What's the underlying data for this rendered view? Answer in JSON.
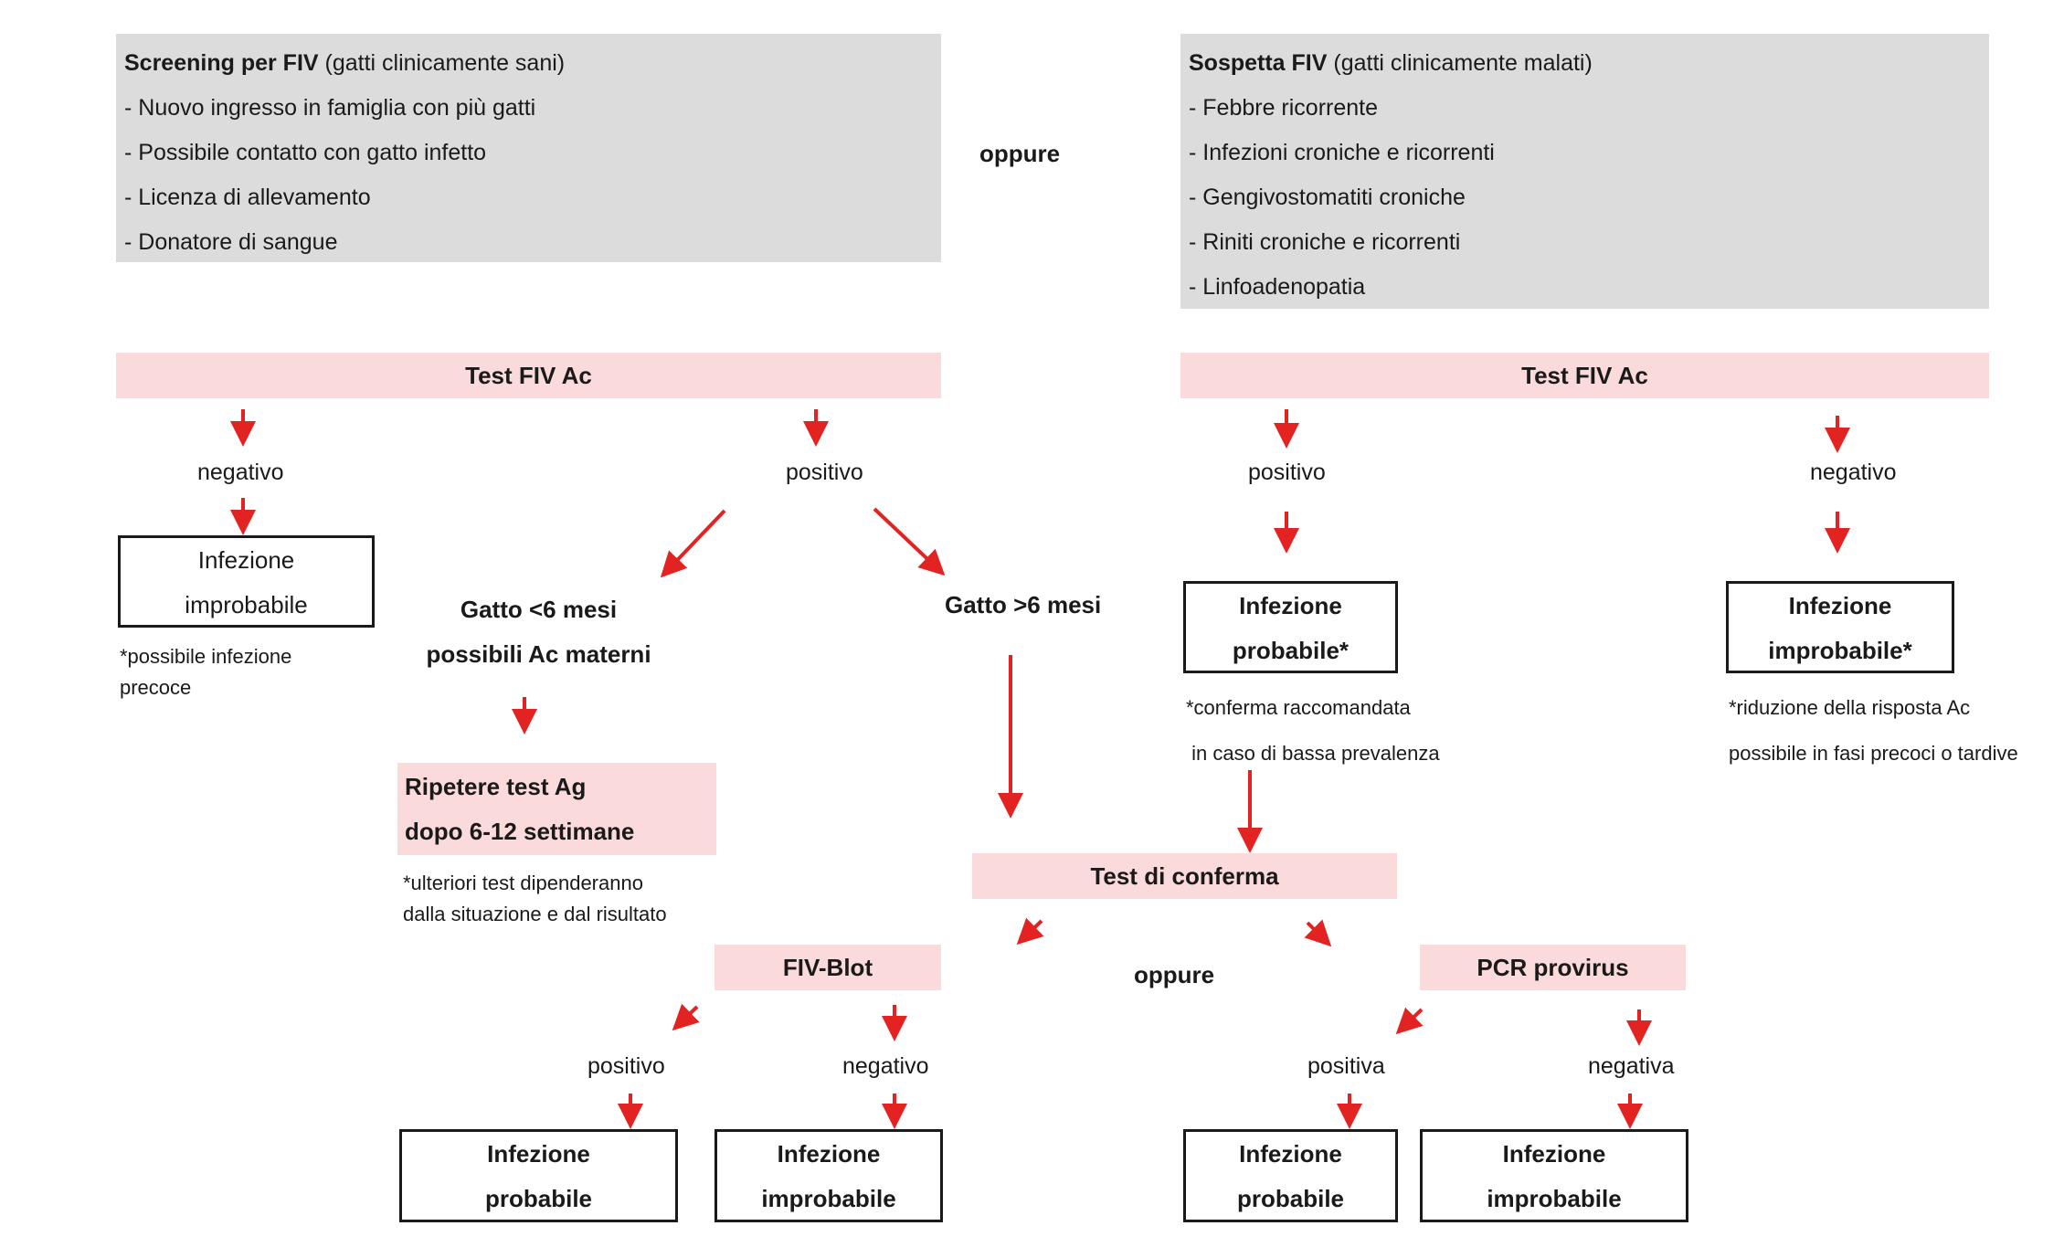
{
  "screening": {
    "title_bold": "Screening per FIV",
    "title_rest": " (gatti clinicamente sani)",
    "items": [
      "- Nuovo ingresso in famiglia con più gatti",
      "- Possibile contatto con gatto infetto",
      "- Licenza di allevamento",
      "- Donatore di sangue"
    ]
  },
  "oppure_top": "oppure",
  "suspect": {
    "title_bold": "Sospetta FIV",
    "title_rest": " (gatti clinicamente malati)",
    "items": [
      "- Febbre ricorrente",
      "- Infezioni croniche e ricorrenti",
      "- Gengivostomatiti croniche",
      "- Riniti croniche e ricorrenti",
      "- Linfoadenopatia"
    ]
  },
  "left": {
    "test": "Test FIV Ac",
    "negativo": "negativo",
    "positivo": "positivo",
    "neg_result": [
      "Infezione",
      "improbabile"
    ],
    "neg_note": [
      "*possibile infezione",
      "precoce"
    ],
    "young": [
      "Gatto <6 mesi",
      "possibili Ac materni"
    ],
    "older": "Gatto >6 mesi",
    "repeat": [
      "Ripetere test Ag",
      "dopo 6-12 settimane"
    ],
    "repeat_note": [
      "*ulteriori test dipenderanno",
      "dalla situazione e dal risultato"
    ]
  },
  "right": {
    "test": "Test FIV Ac",
    "positivo": "positivo",
    "negativo": "negativo",
    "pos_result": [
      "Infezione",
      "probabile*"
    ],
    "pos_note": [
      "*conferma raccomandata",
      " in caso di bassa prevalenza"
    ],
    "neg_result": [
      "Infezione",
      "improbabile*"
    ],
    "neg_note": [
      "*riduzione della risposta Ac",
      "possibile in fasi precoci o tardive"
    ]
  },
  "confirm": {
    "title": "Test di conferma",
    "oppure": "oppure",
    "blot": {
      "title": "FIV-Blot",
      "pos_label": "positivo",
      "neg_label": "negativo",
      "pos_result": [
        "Infezione",
        "probabile"
      ],
      "neg_result": [
        "Infezione",
        "improbabile"
      ]
    },
    "pcr": {
      "title": "PCR provirus",
      "pos_label": "positiva",
      "neg_label": "negativa",
      "pos_result": [
        "Infezione",
        "probabile"
      ],
      "neg_result": [
        "Infezione",
        "improbabile"
      ]
    }
  },
  "colors": {
    "arrow": "#e32222",
    "grey_box": "#dcdcdc",
    "pink_box": "#fadada"
  }
}
